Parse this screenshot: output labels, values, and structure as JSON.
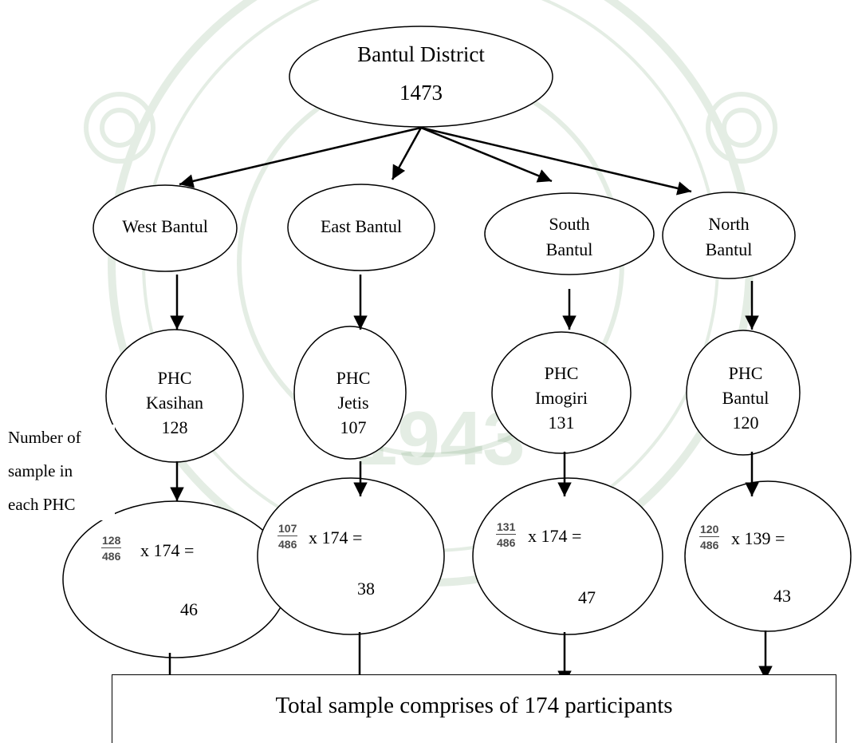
{
  "root": {
    "name": "Bantul District",
    "value": "1473"
  },
  "regions": [
    {
      "name": "West Bantul",
      "lines": [
        "West Bantul"
      ]
    },
    {
      "name": "East Bantul",
      "lines": [
        "East Bantul"
      ]
    },
    {
      "name": "South Bantul",
      "lines": [
        "South",
        "Bantul"
      ]
    },
    {
      "name": "North Bantul",
      "lines": [
        "North",
        "Bantul"
      ]
    }
  ],
  "phcs": [
    {
      "line1": "PHC",
      "line2": "Kasihan",
      "value": "128"
    },
    {
      "line1": "PHC",
      "line2": "Jetis",
      "value": "107"
    },
    {
      "line1": "PHC",
      "line2": "Imogiri",
      "value": "131"
    },
    {
      "line1": "PHC",
      "line2": "Bantul",
      "value": "120"
    }
  ],
  "samples": [
    {
      "numerator": "128",
      "denominator": "486",
      "multiplier": "x 174 =",
      "result": "46"
    },
    {
      "numerator": "107",
      "denominator": "486",
      "multiplier": "x 174 =",
      "result": "38"
    },
    {
      "numerator": "131",
      "denominator": "486",
      "multiplier": "x 174 =",
      "result": "47"
    },
    {
      "numerator": "120",
      "denominator": "486",
      "multiplier": "x 139 =",
      "result": "43"
    }
  ],
  "side_label": [
    "Number of",
    "sample in",
    "each PHC"
  ],
  "total": "Total sample comprises of 174 participants",
  "watermark": {
    "year": "1943",
    "color": "#3a7a3a"
  }
}
